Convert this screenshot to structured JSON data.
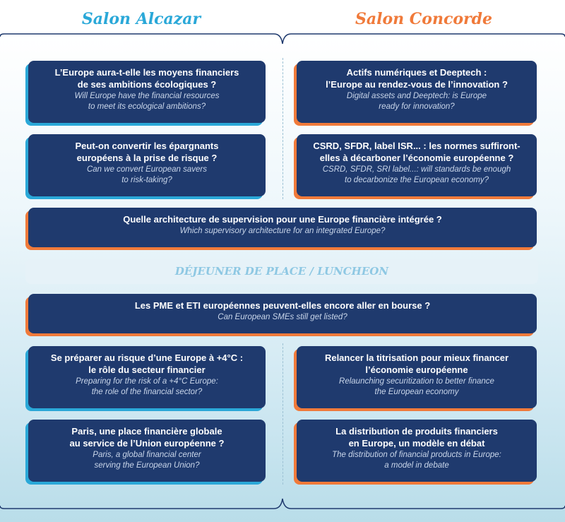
{
  "headers": {
    "left": "Salon Alcazar",
    "right": "Salon Concorde"
  },
  "cards": {
    "c1": {
      "fr": [
        "L’Europe aura-t-elle les moyens financiers",
        "de ses ambitions écologiques ?"
      ],
      "en": [
        "Will Europe have the financial resources",
        "to meet its ecological ambitions?"
      ]
    },
    "c2": {
      "fr": [
        "Actifs numériques et Deeptech :",
        "l’Europe au rendez-vous de l’innovation ?"
      ],
      "en": [
        "Digital assets and Deeptech: is Europe",
        "ready for innovation?"
      ]
    },
    "c3": {
      "fr": [
        "Peut-on convertir les épargnants",
        "européens à la prise de risque ?"
      ],
      "en": [
        "Can we convert European savers",
        "to risk-taking?"
      ]
    },
    "c4": {
      "fr": [
        "CSRD, SFDR, label ISR... : les normes suffiront-",
        "elles à décarboner l’économie européenne ?"
      ],
      "en": [
        "CSRD, SFDR, SRI label...: will standards be enough",
        "to decarbonize the European economy?"
      ]
    },
    "c5": {
      "fr": [
        "Quelle architecture de supervision pour une Europe financière intégrée ?"
      ],
      "en": [
        "Which supervisory architecture for an integrated Europe?"
      ]
    },
    "c6": {
      "fr": [
        "Les PME et ETI européennes peuvent-elles encore aller en bourse ?"
      ],
      "en": [
        "Can European SMEs still get listed?"
      ]
    },
    "c7": {
      "fr": [
        "Se préparer au risque d’une Europe à +4°C :",
        "le rôle du secteur financier"
      ],
      "en": [
        "Preparing for the risk of a +4°C Europe:",
        "the role of the financial sector?"
      ]
    },
    "c8": {
      "fr": [
        "Relancer la titrisation pour mieux financer",
        "l’économie européenne"
      ],
      "en": [
        "Relaunching securitization to better finance",
        "the European economy"
      ]
    },
    "c9": {
      "fr": [
        "Paris, une place financière globale",
        "au service de l’Union européenne ?"
      ],
      "en": [
        "Paris, a global financial center",
        "serving the European Union?"
      ]
    },
    "c10": {
      "fr": [
        "La distribution de produits financiers",
        "en Europe, un modèle en débat"
      ],
      "en": [
        "The distribution of financial products in Europe:",
        "a model in debate"
      ]
    }
  },
  "lunch": "DÉJEUNER DE PLACE / LUNCHEON",
  "colors": {
    "navy": "#1f3a6e",
    "blue": "#2aa8d8",
    "orange": "#f07a3a"
  }
}
